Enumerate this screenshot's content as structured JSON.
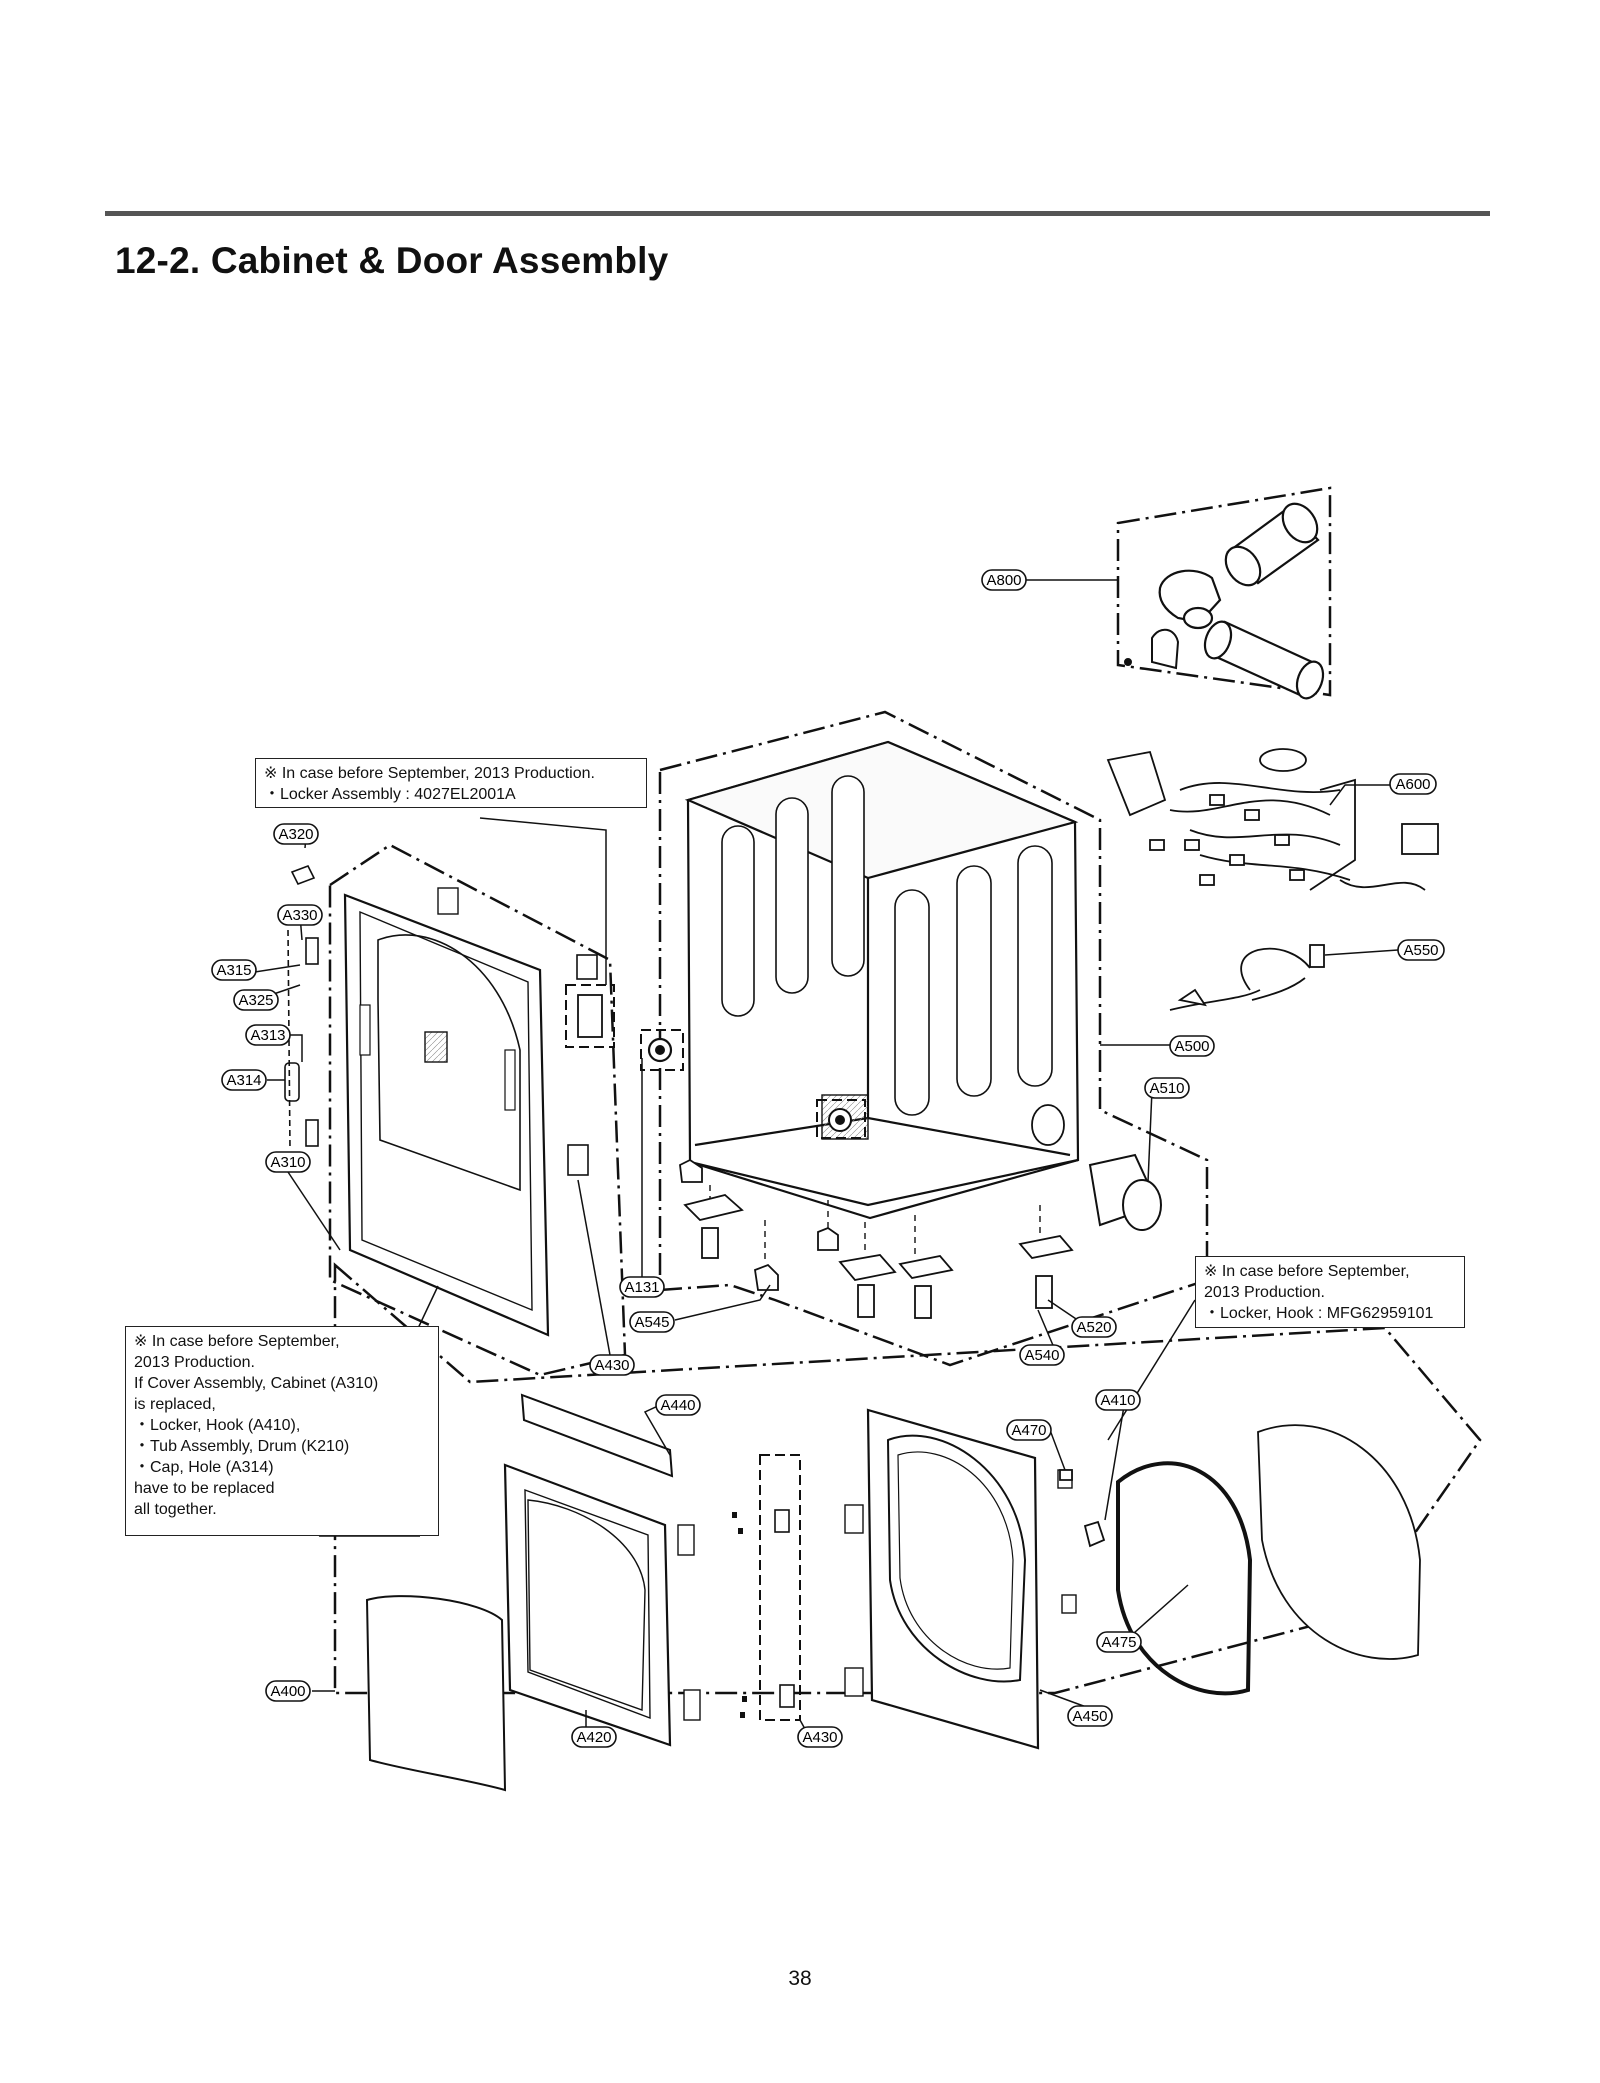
{
  "page": {
    "title": "12-2. Cabinet & Door Assembly",
    "page_number": "38"
  },
  "labels": {
    "a800": "A800",
    "a600": "A600",
    "a550": "A550",
    "a500": "A500",
    "a510": "A510",
    "a320": "A320",
    "a330": "A330",
    "a315": "A315",
    "a325": "A325",
    "a313": "A313",
    "a314": "A314",
    "a310": "A310",
    "a131": "A131",
    "a545": "A545",
    "a430_top": "A430",
    "a520": "A520",
    "a540": "A540",
    "a410": "A410",
    "a440": "A440",
    "a470": "A470",
    "a475": "A475",
    "a450": "A450",
    "a420": "A420",
    "a430_bottom": "A430",
    "a400": "A400"
  },
  "notes": {
    "locker_assembly": {
      "lines": [
        "※ In case before September, 2013 Production.",
        "・Locker Assembly : 4027EL2001A"
      ]
    },
    "locker_hook": {
      "lines": [
        "※ In case before September,",
        "2013 Production.",
        "・Locker, Hook : MFG62959101"
      ]
    },
    "cover_assembly": {
      "lines": [
        "※ In case before September,",
        "2013 Production.",
        "If Cover Assembly, Cabinet (A310)",
        "is replaced,",
        "・Locker, Hook (A410),",
        "・Tub Assembly, Drum (K210)",
        "・Cap, Hole (A314)",
        "have to be replaced",
        "all together."
      ]
    }
  }
}
